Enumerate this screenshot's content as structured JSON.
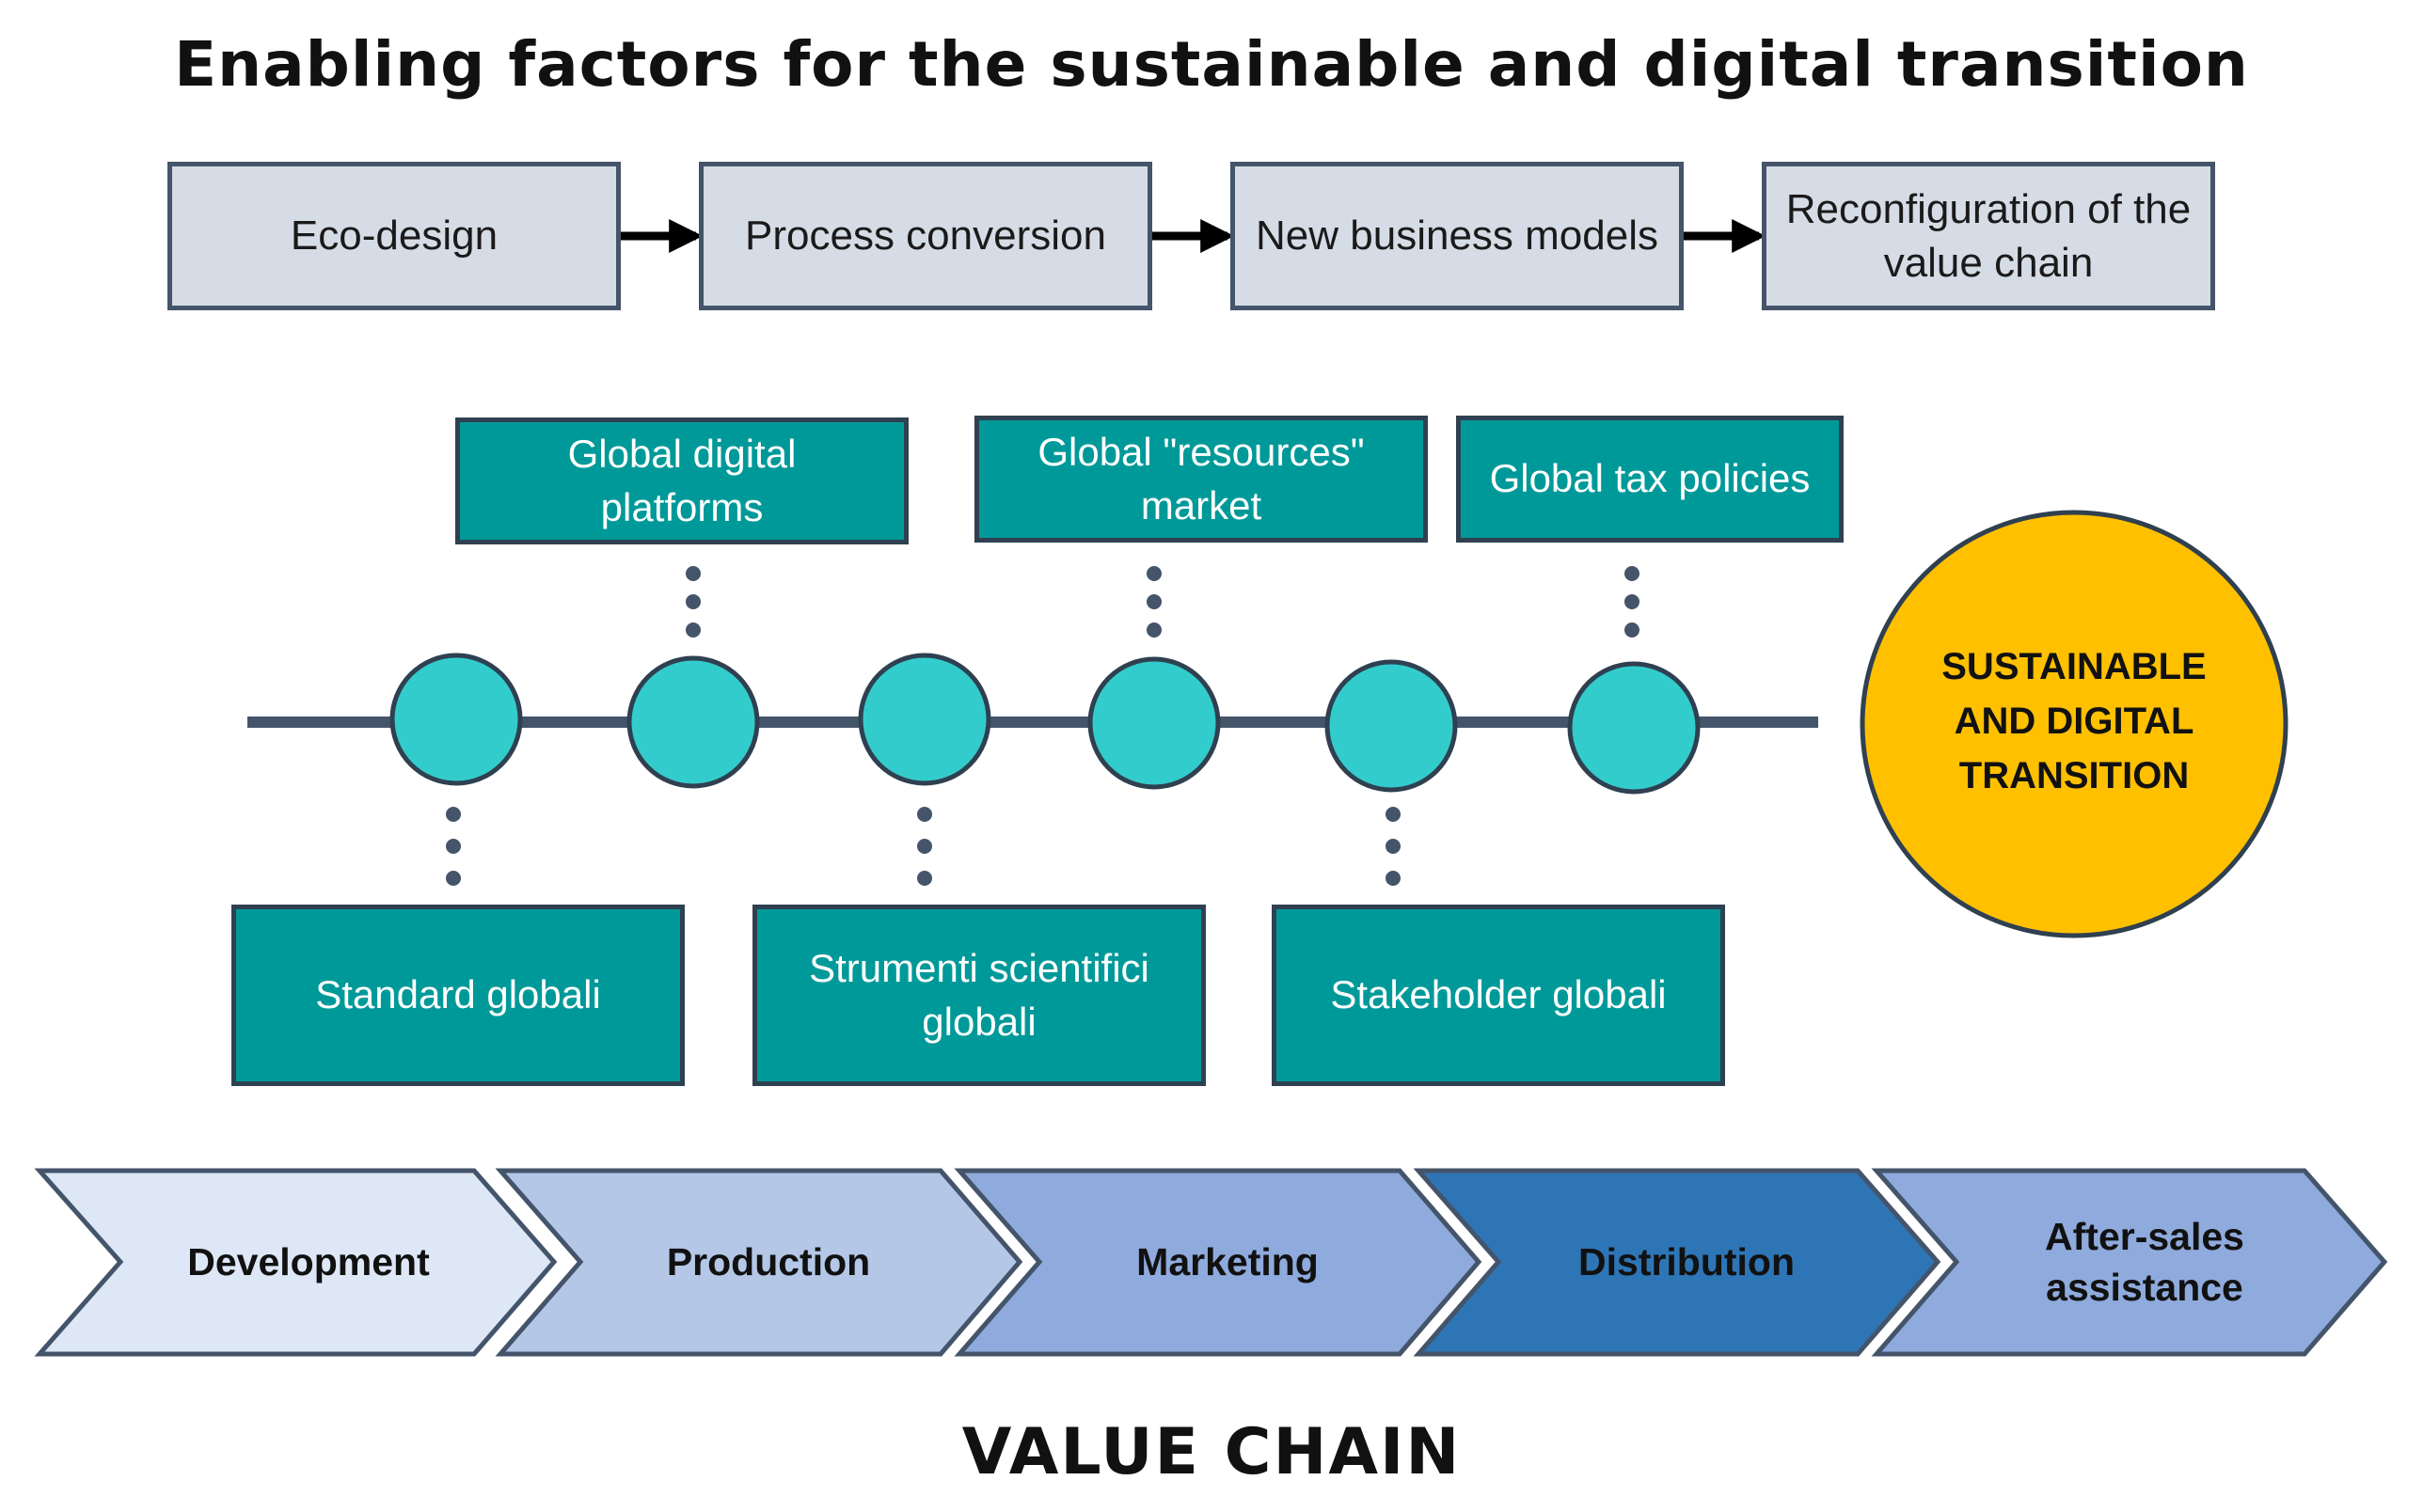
{
  "title": "Enabling factors for the sustainable and digital transition",
  "steps": [
    {
      "label": "Eco-design"
    },
    {
      "label": "Process conversion"
    },
    {
      "label": "New business models"
    },
    {
      "label": "Reconfiguration of the\nvalue chain"
    }
  ],
  "factors_top": [
    {
      "label": "Global digital\nplatforms"
    },
    {
      "label": "Global \"resources\"\nmarket"
    },
    {
      "label": "Global tax policies"
    }
  ],
  "factors_bottom": [
    {
      "label": "Standard globali"
    },
    {
      "label": "Strumenti scientifici\nglobali"
    },
    {
      "label": "Stakeholder globali"
    }
  ],
  "goal": {
    "label": "SUSTAINABLE\nAND DIGITAL\nTRANSITION"
  },
  "value_chain": {
    "title": "VALUE CHAIN",
    "stages": [
      {
        "label": "Development"
      },
      {
        "label": "Production"
      },
      {
        "label": "Marketing"
      },
      {
        "label": "Distribution"
      },
      {
        "label": "After-sales\nassistance"
      }
    ]
  },
  "colors": {
    "step_fill": "#d6dce5",
    "step_border": "#44546a",
    "factor_fill": "#009999",
    "node_fill": "#33cccc",
    "timeline": "#44546a",
    "goal_fill": "#ffc000",
    "chevrons": [
      "#dde7f5",
      "#b4c7e7",
      "#8faadc",
      "#2e75b6",
      "#8faadc"
    ]
  }
}
